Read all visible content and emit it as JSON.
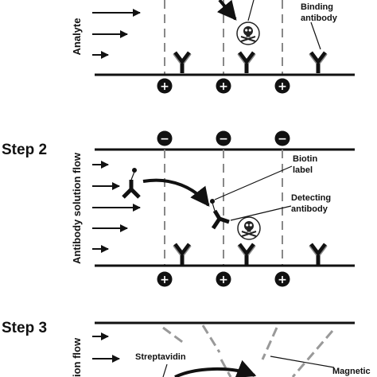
{
  "step1": {
    "side_label": "Analyte",
    "binding_label_line1": "Binding",
    "binding_label_line2": "antibody"
  },
  "step2": {
    "title": "Step 2",
    "side_label": "Antibody solution flow",
    "biotin_label_line1": "Biotin",
    "biotin_label_line2": "label",
    "detecting_label_line1": "Detecting",
    "detecting_label_line2": "antibody"
  },
  "step3": {
    "title": "Step 3",
    "side_label": "ion flow",
    "streptavidin_label": "Streptavidin",
    "magnetic_label": "Magnetic"
  },
  "signs": {
    "plus": "+",
    "minus": "−"
  }
}
